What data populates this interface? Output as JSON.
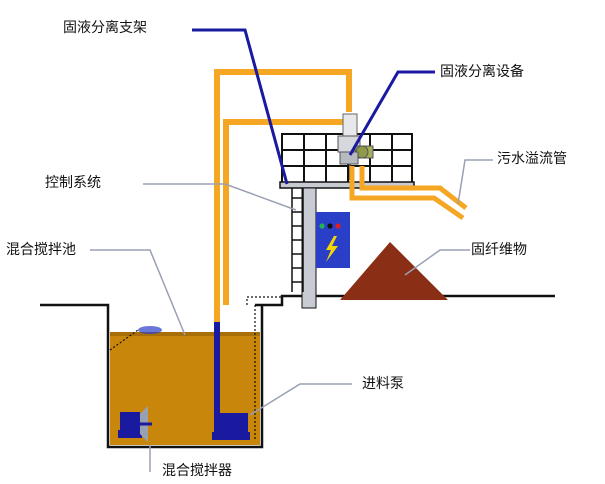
{
  "labels": {
    "separator_frame": "固液分离支架",
    "separator_unit": "固液分离设备",
    "control_system": "控制系统",
    "overflow_pipe": "污水溢流管",
    "mixing_tank": "混合搅拌池",
    "fiber_solids": "固纤维物",
    "feed_pump": "进料泵",
    "mixer": "混合搅拌器"
  },
  "colors": {
    "pipe_orange": "#F5A623",
    "line_blue": "#1A1AA0",
    "tank_fill": "#C8860A",
    "tank_fill_dark": "#A86E08",
    "solids_brown": "#8B2E16",
    "control_box": "#2A3FC8",
    "leader_gray": "#9AA0B4",
    "platform_gray": "#C9CBD2",
    "ground_black": "#111111"
  },
  "icons": {
    "mixer": "mixer-icon",
    "pump": "pump-icon",
    "separator": "separator-icon",
    "lightning": "lightning-icon"
  }
}
